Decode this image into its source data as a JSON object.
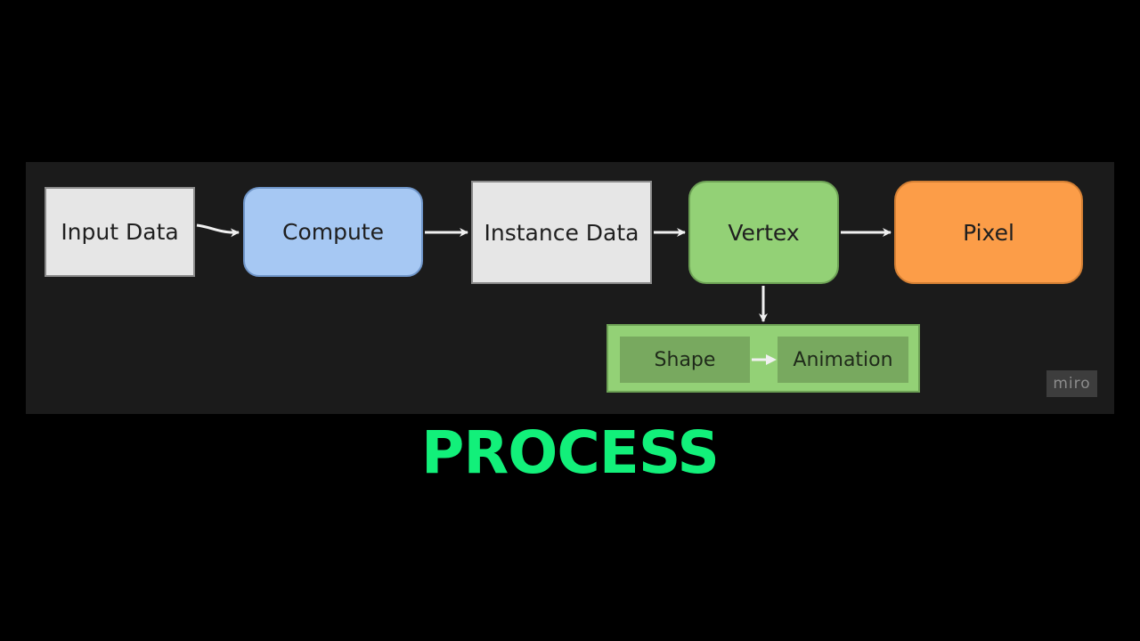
{
  "diagram": {
    "nodes": [
      {
        "id": "input",
        "label": "Input Data"
      },
      {
        "id": "compute",
        "label": "Compute"
      },
      {
        "id": "instance",
        "label": "Instance Data"
      },
      {
        "id": "vertex",
        "label": "Vertex"
      },
      {
        "id": "pixel",
        "label": "Pixel"
      }
    ],
    "group": {
      "children": [
        {
          "id": "shape",
          "label": "Shape"
        },
        {
          "id": "animation",
          "label": "Animation"
        }
      ]
    },
    "edges": [
      {
        "from": "input",
        "to": "compute"
      },
      {
        "from": "compute",
        "to": "instance"
      },
      {
        "from": "instance",
        "to": "vertex"
      },
      {
        "from": "vertex",
        "to": "pixel"
      },
      {
        "from": "vertex",
        "to": "group"
      },
      {
        "from": "shape",
        "to": "animation"
      }
    ],
    "colors": {
      "compute": "#a6c8f3",
      "vertex": "#93d176",
      "pixel": "#fc9d48",
      "data": "#e6e6e6",
      "board": "#1b1b1b"
    }
  },
  "watermark": "miro",
  "title": "PROCESS",
  "title_color": "#12f07a"
}
